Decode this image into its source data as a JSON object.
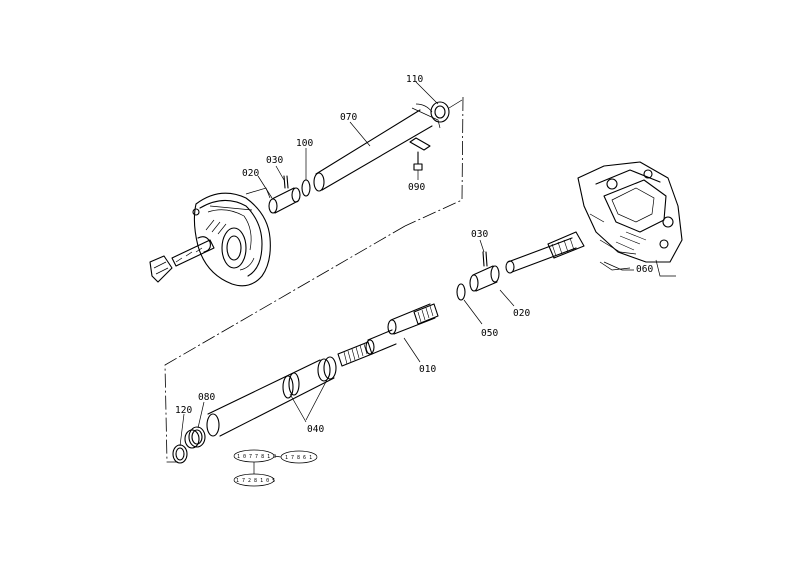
{
  "callouts": {
    "c110": "110",
    "c070": "070",
    "c100": "100",
    "c030a": "030",
    "c020a": "020",
    "c090": "090",
    "c030b": "030",
    "c060": "060",
    "c020b": "020",
    "c050": "050",
    "c010": "010",
    "c040": "040",
    "c080": "080",
    "c120": "120"
  },
  "part_tags": {
    "tag1": "1 0 7 7 8 1 0",
    "tag2": "1 7 8 6 1",
    "tag3": "1 7 2 8 1 0 5"
  }
}
